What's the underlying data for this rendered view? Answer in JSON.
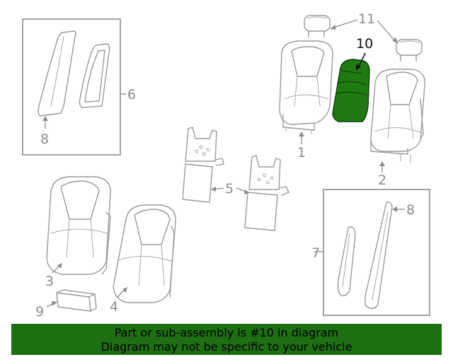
{
  "colors": {
    "highlight_fill": "#1f7a12",
    "highlight_stroke": "#0e3a08",
    "line": "#9a9a9a",
    "footer_bg": "#1e6e12"
  },
  "callouts": {
    "c1": "1",
    "c2": "2",
    "c3": "3",
    "c4": "4",
    "c5": "5",
    "c6": "6",
    "c7": "7",
    "c8_top": "8",
    "c8_right": "8",
    "c9": "9",
    "c10": "10",
    "c11": "11"
  },
  "highlighted_part": "10",
  "footer": {
    "line1": "Part or sub-assembly is #10 in diagram",
    "line2": "Diagram may not be specific to your vehicle"
  }
}
